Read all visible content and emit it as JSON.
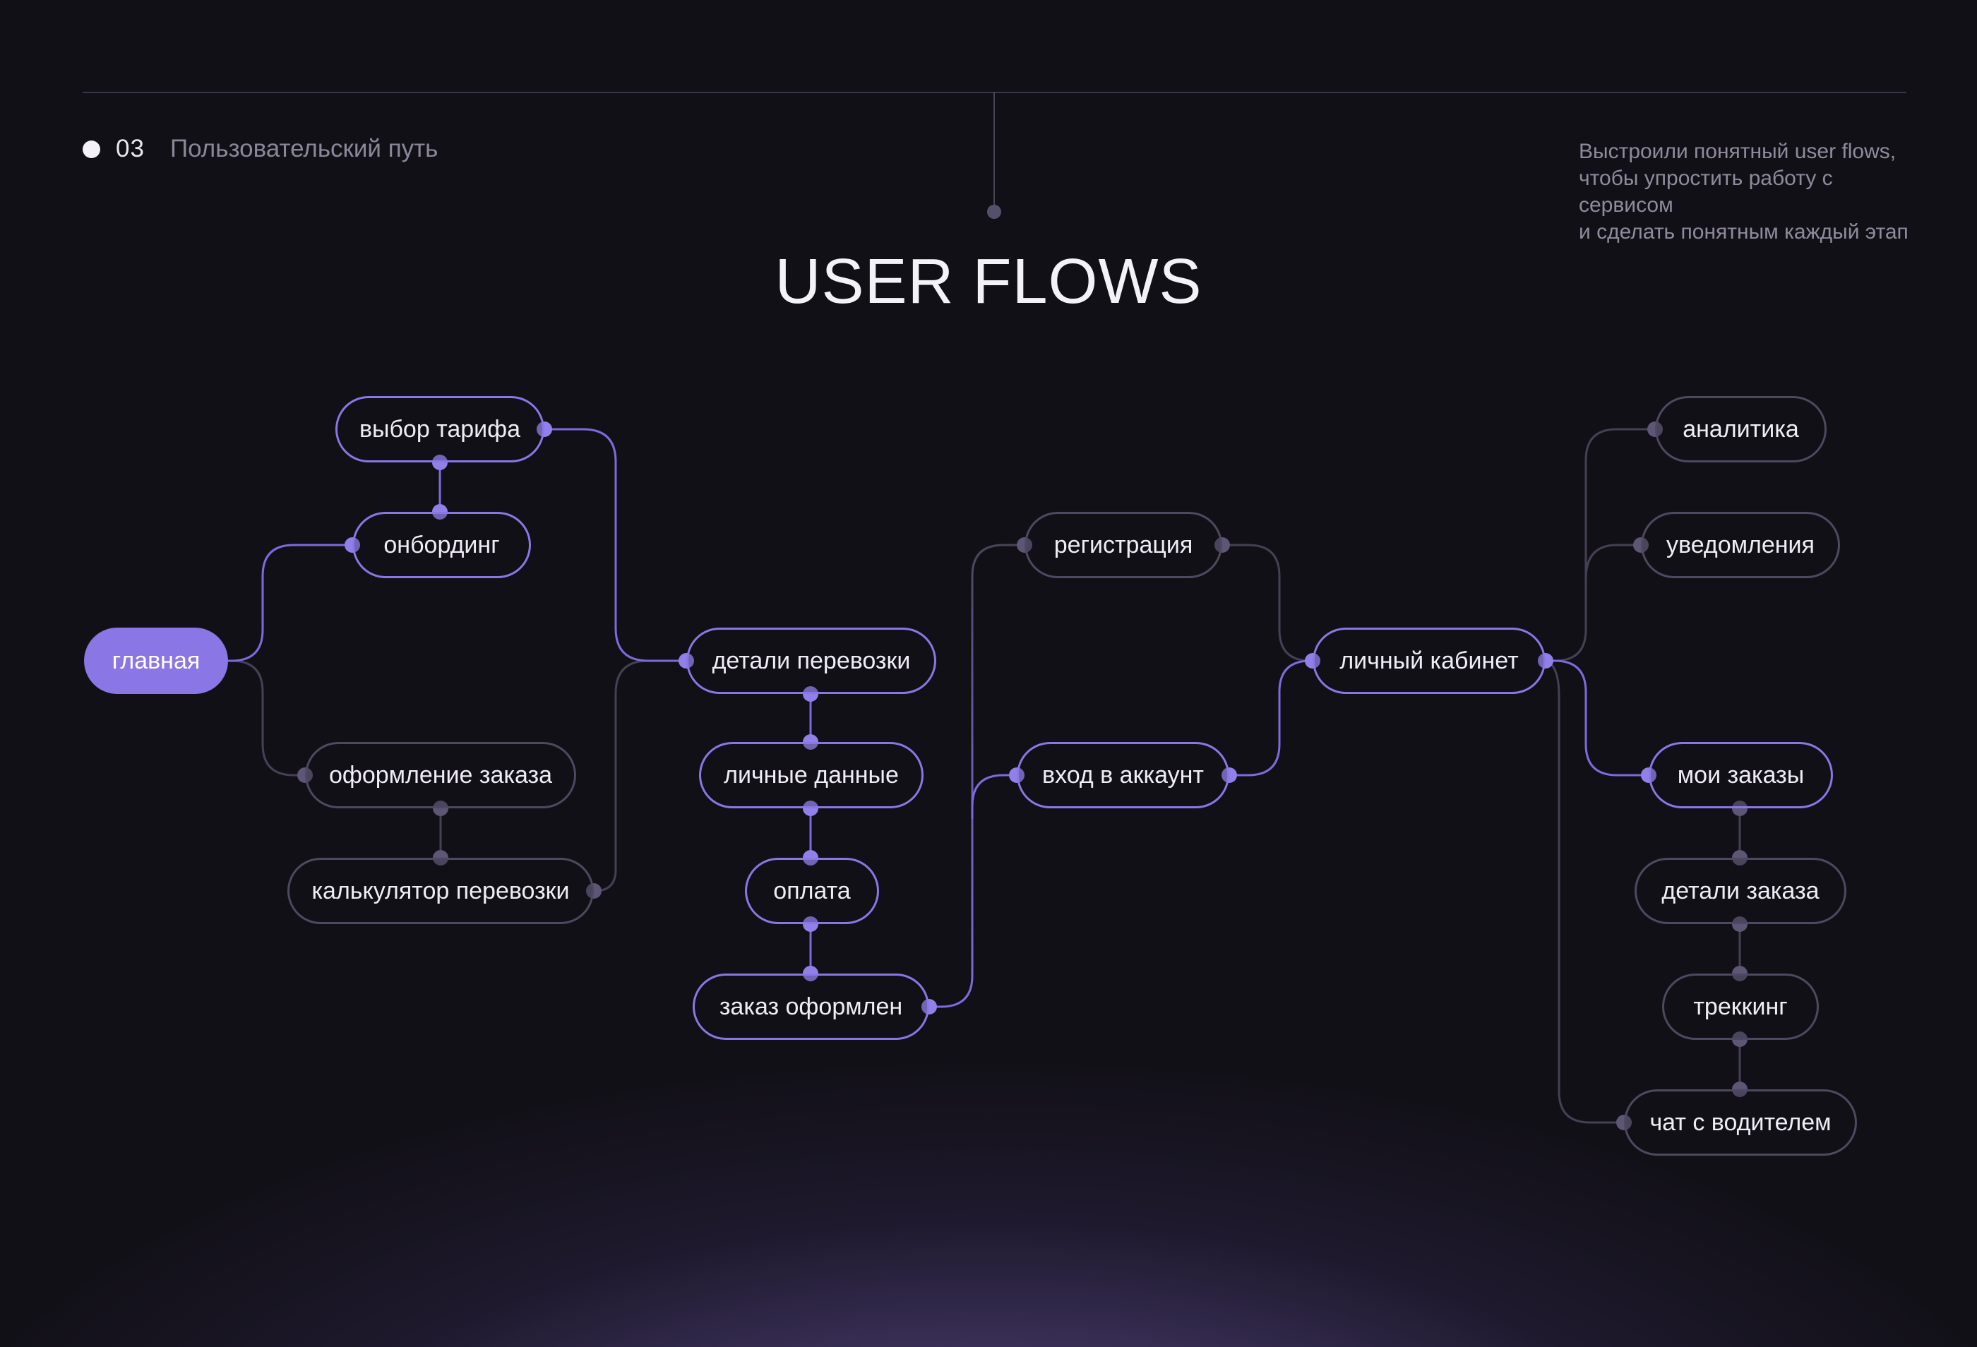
{
  "header": {
    "index": "03",
    "label": "Пользовательский путь",
    "description": "Выстроили понятный user flows,\nчтобы упростить работу с сервисом\nи сделать понятным каждый этап"
  },
  "title": "USER FLOWS",
  "nodes": [
    {
      "id": "vybor-tarifa",
      "label": "выбор тарифа",
      "style": "accent-outline"
    },
    {
      "id": "onbording",
      "label": "онбординг",
      "style": "accent-outline"
    },
    {
      "id": "glavnaya",
      "label": "главная",
      "style": "accent-filled"
    },
    {
      "id": "oformlenie-zakaza",
      "label": "оформление заказа",
      "style": "gray-outline"
    },
    {
      "id": "kalkulyator-perevozki",
      "label": "калькулятор перевозки",
      "style": "gray-outline"
    },
    {
      "id": "detali-perevozki",
      "label": "детали перевозки",
      "style": "accent-outline"
    },
    {
      "id": "lichnye-dannye",
      "label": "личные данные",
      "style": "accent-outline"
    },
    {
      "id": "oplata",
      "label": "оплата",
      "style": "accent-outline"
    },
    {
      "id": "zakaz-oformlen",
      "label": "заказ оформлен",
      "style": "accent-outline"
    },
    {
      "id": "registraciya",
      "label": "регистрация",
      "style": "gray-outline"
    },
    {
      "id": "vhod-v-akkaunt",
      "label": "вход в аккаунт",
      "style": "accent-outline"
    },
    {
      "id": "lichnyj-kabinet",
      "label": "личный кабинет",
      "style": "accent-outline"
    },
    {
      "id": "analitika",
      "label": "аналитика",
      "style": "gray-outline"
    },
    {
      "id": "uvedomleniya",
      "label": "уведомления",
      "style": "gray-outline"
    },
    {
      "id": "moi-zakazy",
      "label": "мои заказы",
      "style": "accent-outline"
    },
    {
      "id": "detali-zakaza",
      "label": "детали заказа",
      "style": "gray-outline"
    },
    {
      "id": "trekking",
      "label": "треккинг",
      "style": "gray-outline"
    },
    {
      "id": "chat-s-voditelem",
      "label": "чат с водителем",
      "style": "gray-outline"
    }
  ],
  "colors": {
    "accent_purple": "#8b76e6",
    "accent_line": "#7e6ade",
    "accent_dot": "#9180ea",
    "gray_line": "#454055",
    "gray_border": "#4e4860",
    "gray_dot": "#5d5674",
    "background": "#121017",
    "glow": "#483c6e",
    "text_primary": "#f3f2f7",
    "text_muted": "#8f8b9d"
  }
}
